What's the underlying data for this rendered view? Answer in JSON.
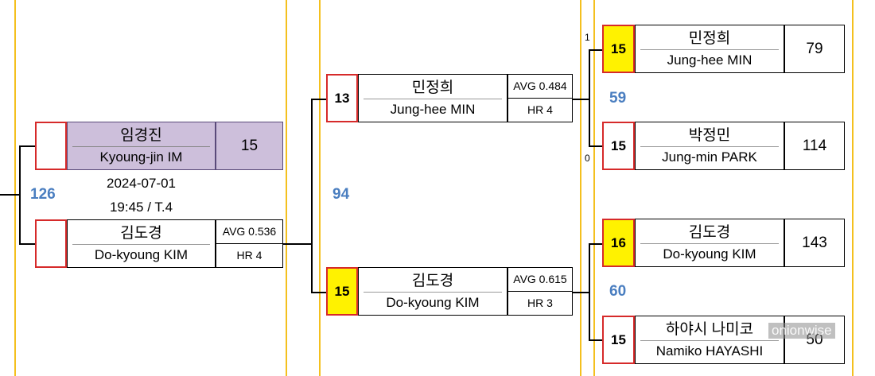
{
  "left_match": {
    "top_player": {
      "kr": "임경진",
      "en": "Kyoung-jin IM",
      "score": "15",
      "seed": ""
    },
    "bottom_player": {
      "kr": "김도경",
      "en": "Do-kyoung KIM",
      "avg": "AVG 0.536",
      "hr": "HR 4",
      "seed": ""
    },
    "date": "2024-07-01",
    "time_table": "19:45 / T.4",
    "match_no": "126"
  },
  "semi": {
    "match_no": "94",
    "top": {
      "seed": "13",
      "kr": "민정희",
      "en": "Jung-hee MIN",
      "avg": "AVG 0.484",
      "hr": "HR 4"
    },
    "bottom": {
      "seed": "15",
      "kr": "김도경",
      "en": "Do-kyoung KIM",
      "avg": "AVG 0.615",
      "hr": "HR 3"
    }
  },
  "right_match_a": {
    "match_no": "59",
    "top": {
      "seed": "15",
      "kr": "민정희",
      "en": "Jung-hee MIN",
      "score": "79",
      "set_marker": "1"
    },
    "bottom": {
      "seed": "15",
      "kr": "박정민",
      "en": "Jung-min PARK",
      "score": "114",
      "set_marker": "0"
    }
  },
  "right_match_b": {
    "match_no": "60",
    "top": {
      "seed": "16",
      "kr": "김도경",
      "en": "Do-kyoung KIM",
      "score": "143"
    },
    "bottom": {
      "seed": "15",
      "kr": "하야시 나미코",
      "en": "Namiko HAYASHI",
      "score": "50"
    }
  },
  "watermark": "onionwise",
  "colors": {
    "divider": "#f4c01e",
    "seed_border": "#d62a2a",
    "highlight": "#fff200",
    "match_no": "#4a7ec0",
    "winner_fill": "#cdbfdb"
  }
}
